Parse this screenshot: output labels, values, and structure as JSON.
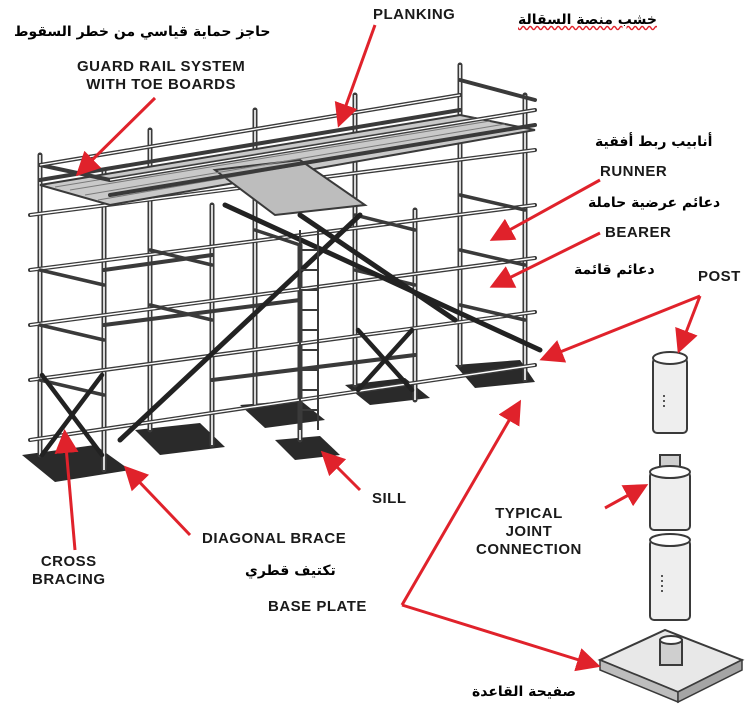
{
  "labels": {
    "guard_rail_ar": "حاجز حماية قياسي من خطر السقوط",
    "planking": "PLANKING",
    "planking_ar": "خشب منصة السقالة",
    "guard_rail_line1": "GUARD RAIL SYSTEM",
    "guard_rail_line2": "WITH TOE BOARDS",
    "runner_ar": "أنابيب ربط أفقية",
    "runner": "RUNNER",
    "bearer_ar": "دعائم عرضية حاملة",
    "bearer": "BEARER",
    "post_ar": "دعائم قائمة",
    "post": "POST",
    "sill": "SILL",
    "typical_line1": "TYPICAL",
    "typical_line2": "JOINT",
    "typical_line3": "CONNECTION",
    "diagonal_brace": "DIAGONAL BRACE",
    "diagonal_brace_ar": "تكتيف قطري",
    "cross_line1": "CROSS",
    "cross_line2": "BRACING",
    "base_plate": "BASE PLATE",
    "base_plate_ar": "صفيحة القاعدة"
  },
  "colors": {
    "arrow": "#e0222b",
    "pipe": "#3a3a3a",
    "pipe_fill": "#d8d8d8",
    "plank": "#b5b5b5"
  }
}
